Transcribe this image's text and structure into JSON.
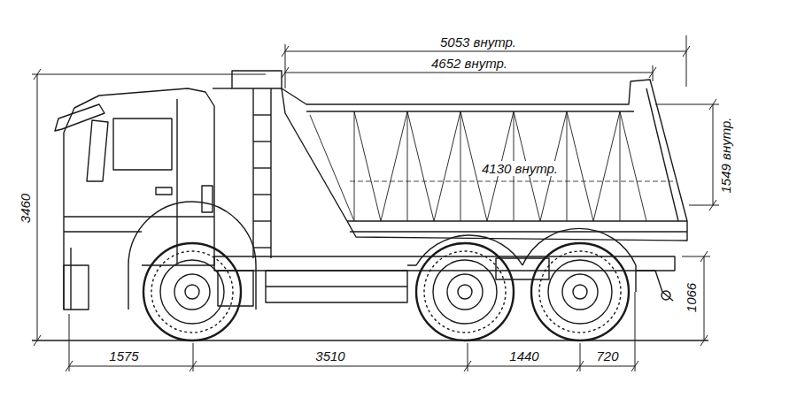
{
  "diagram": {
    "labels": [
      "5053 внутр.",
      "4652 внутр.",
      "4130 внутр.",
      "1549 внутр.",
      "3460",
      "1066",
      "1575",
      "3510",
      "1440",
      "720"
    ]
  }
}
